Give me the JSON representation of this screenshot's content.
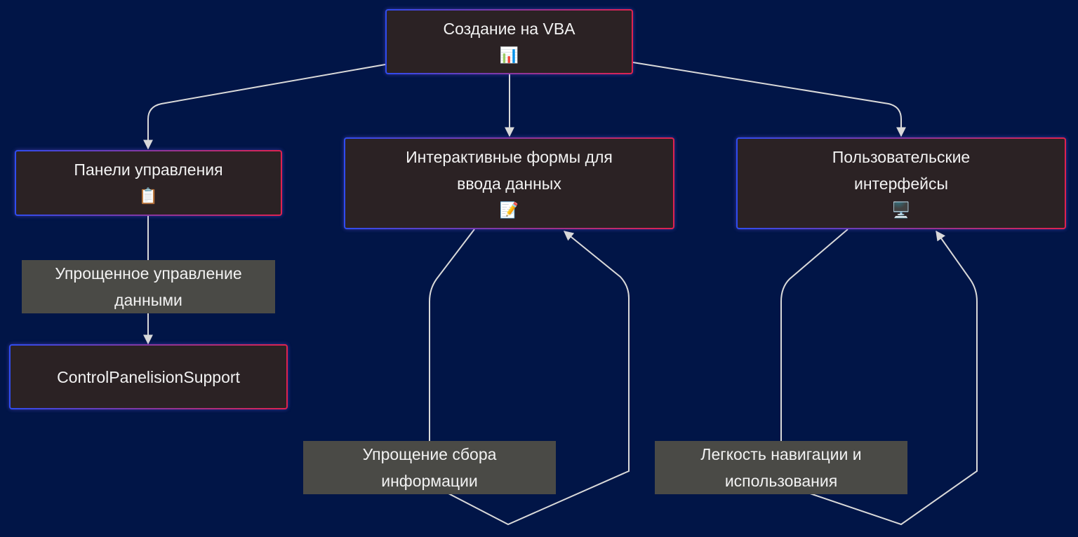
{
  "nodes": {
    "root": {
      "text": "Создание на VBA",
      "icon": "📊",
      "icon_name": "bar-chart-icon"
    },
    "panels": {
      "text": "Панели управления",
      "icon": "📋",
      "icon_name": "clipboard-icon"
    },
    "forms": {
      "line1": "Интерактивные формы для",
      "line2": "ввода данных",
      "icon": "📝",
      "icon_name": "memo-icon"
    },
    "ui": {
      "line1": "Пользовательские",
      "line2": "интерфейсы",
      "icon": "🖥️",
      "icon_name": "desktop-computer-icon"
    },
    "cps": {
      "text": "ControlPanelisionSupport"
    }
  },
  "edge_labels": {
    "panels_to_cps": {
      "line1": "Упрощенное управление",
      "line2": "данными"
    },
    "forms_loop": {
      "line1": "Упрощение сбора",
      "line2": "информации"
    },
    "ui_loop": {
      "line1": "Легкость навигации и",
      "line2": "использования"
    }
  },
  "colors": {
    "background": "#011547",
    "node_fill": "#2b2224",
    "node_border_start": "#2f4cf0",
    "node_border_end": "#e0224f",
    "edge": "#d9d9d9",
    "edge_label_fill": "#4a4a46"
  }
}
